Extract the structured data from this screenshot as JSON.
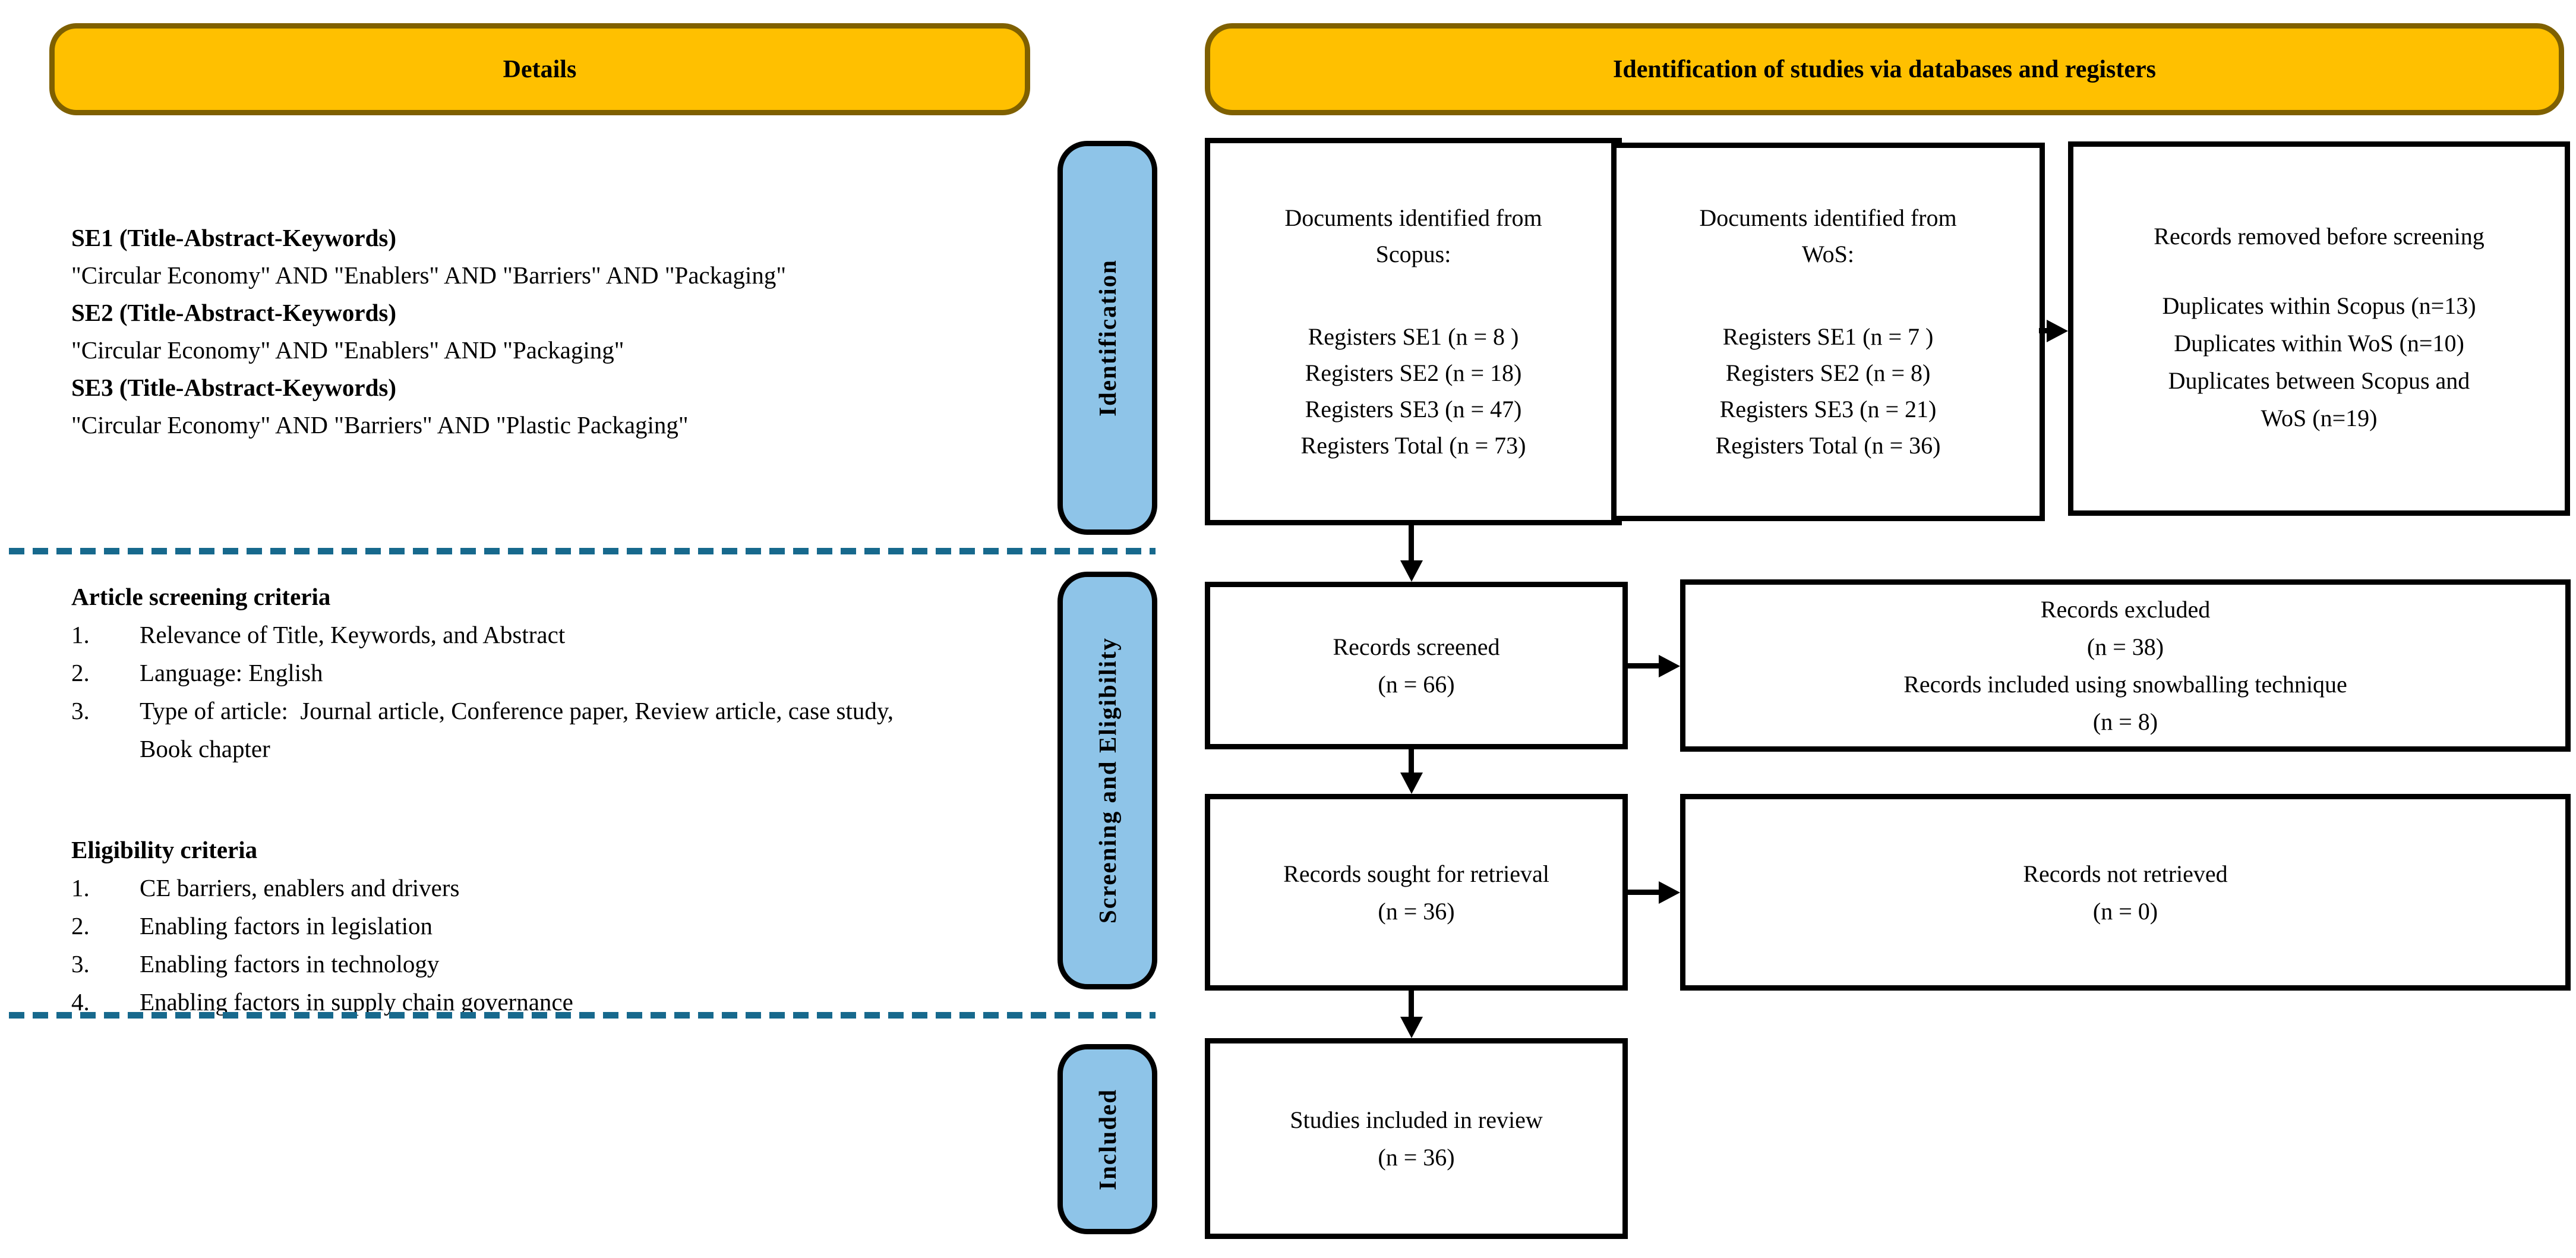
{
  "headers": {
    "left": "Details",
    "right": "Identification of studies via databases and registers"
  },
  "stages": {
    "identification": "Identification",
    "screening": "Screening and Eligibility",
    "included": "Included"
  },
  "details_panel": {
    "search_strings": [
      {
        "label": "SE1 (Title-Abstract-Keywords)",
        "query": "\"Circular Economy\" AND \"Enablers\" AND \"Barriers\" AND \"Packaging\""
      },
      {
        "label": "SE2 (Title-Abstract-Keywords)",
        "query": "\"Circular Economy\" AND \"Enablers\" AND \"Packaging\""
      },
      {
        "label": "SE3 (Title-Abstract-Keywords)",
        "query": "\"Circular Economy\" AND \"Barriers\" AND \"Plastic Packaging\""
      }
    ],
    "screening": {
      "title": "Article screening criteria",
      "items": [
        {
          "n": "1.",
          "text": "Relevance of Title, Keywords, and Abstract"
        },
        {
          "n": "2.",
          "text": "Language: English"
        },
        {
          "n": "3.",
          "text": "Type of article:  Journal article, Conference paper, Review article, case study, Book chapter"
        }
      ]
    },
    "eligibility": {
      "title": "Eligibility criteria",
      "items": [
        {
          "n": "1.",
          "text": "CE barriers, enablers and drivers"
        },
        {
          "n": "2.",
          "text": "Enabling factors in legislation"
        },
        {
          "n": "3.",
          "text": "Enabling factors in technology"
        },
        {
          "n": "4.",
          "text": "Enabling factors in supply chain governance"
        }
      ]
    }
  },
  "boxes": {
    "scopus": {
      "heading": [
        "Documents identified from",
        "Scopus:"
      ],
      "registers": [
        "Registers SE1 (n = 8 )",
        "Registers SE2 (n = 18)",
        "Registers SE3 (n = 47)",
        "Registers Total (n = 73)"
      ]
    },
    "wos": {
      "heading": [
        "Documents identified from",
        "WoS:"
      ],
      "registers": [
        "Registers SE1 (n = 7 )",
        "Registers SE2 (n = 8)",
        "Registers SE3 (n = 21)",
        "Registers Total (n = 36)"
      ]
    },
    "removed": {
      "heading": [
        "Records removed before screening"
      ],
      "items": [
        "Duplicates within Scopus (n=13)",
        "Duplicates within WoS (n=10)",
        "Duplicates between Scopus and",
        "WoS (n=19)"
      ]
    },
    "screened": {
      "lines": [
        "Records screened",
        "(n = 66)"
      ]
    },
    "excluded": {
      "lines": [
        "Records excluded",
        "(n = 38)",
        "Records included using snowballing technique",
        "(n = 8)"
      ]
    },
    "sought": {
      "lines": [
        "Records sought for retrieval",
        "(n = 36)"
      ]
    },
    "not_retrieved": {
      "lines": [
        "Records not retrieved",
        "(n = 0)"
      ]
    },
    "included": {
      "lines": [
        "Studies included in review",
        "(n = 36)"
      ]
    }
  },
  "colors": {
    "banner_fill": "#FFC000",
    "banner_border": "#7F6000",
    "stage_fill": "#8EC4E8",
    "dashed_line": "#17698D",
    "box_border": "#000000"
  }
}
